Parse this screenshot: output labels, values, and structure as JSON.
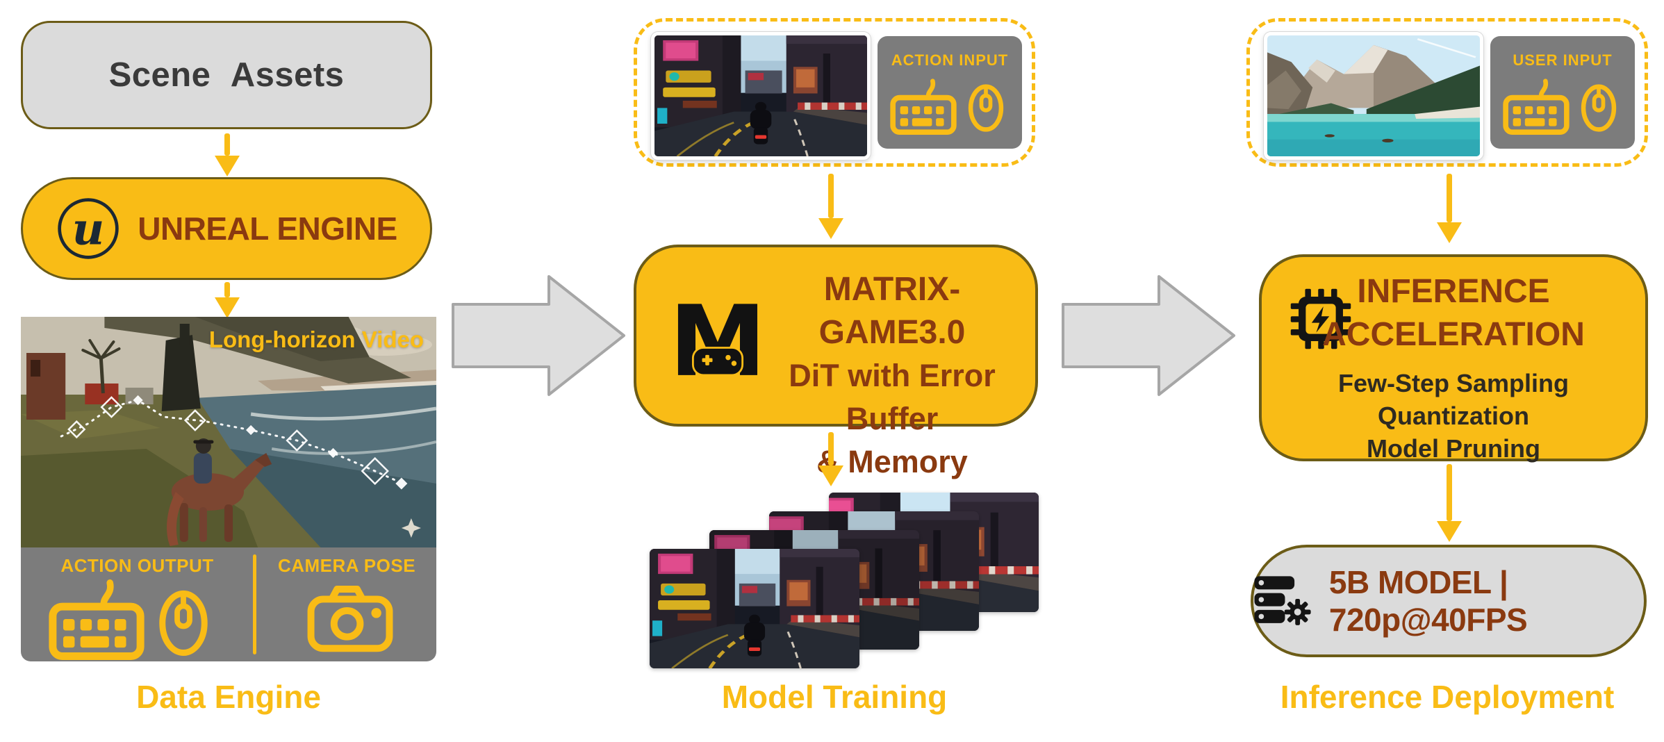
{
  "palette": {
    "gold": "#F9BC16",
    "maroon": "#8A3A10",
    "olive_border": "#6C5C17",
    "panel_gray": "#7C7C7C",
    "light_gray_fill": "#DBDBDB",
    "flow_arrow_fill": "#DEDEDE",
    "flow_arrow_stroke": "#A6A6A6",
    "dark_text": "#3A3A3A",
    "subitem_text": "#2E2A22",
    "background": "#FFFFFF"
  },
  "data_engine": {
    "section_label": "Data Engine",
    "scene_assets_label": "Scene Assets",
    "unreal_engine_label": "UNREAL ENGINE",
    "video_overlay_label": "Long-horizon Video",
    "action_output_label": "ACTION OUTPUT",
    "camera_pose_label": "CAMERA POSE"
  },
  "model_training": {
    "section_label": "Model Training",
    "action_input_label": "ACTION INPUT",
    "matrix_title": "MATRIX-GAME3.0",
    "matrix_line2": "DiT with Error Buffer",
    "matrix_line3": "& Memory"
  },
  "inference_deployment": {
    "section_label": "Inference Deployment",
    "user_input_label": "USER INPUT",
    "acceleration_title_line1": "INFERENCE",
    "acceleration_title_line2": "ACCELERATION",
    "acceleration_items": [
      "Few-Step Sampling",
      "Quantization",
      "Model Pruning"
    ],
    "deploy_label": "5B MODEL | 720p@40FPS"
  },
  "icons": {
    "unreal_logo_glyph": "u",
    "matrix_logo_glyph": "M",
    "keyboard_icon": "keyboard",
    "mouse_icon": "mouse",
    "camera_icon": "camera",
    "chip_bolt_icon": "chip-with-lightning-bolt",
    "server_gear_icon": "server-with-gear",
    "down_arrow_icon": "down-arrow",
    "flow_arrow_icon": "right-block-arrow"
  }
}
